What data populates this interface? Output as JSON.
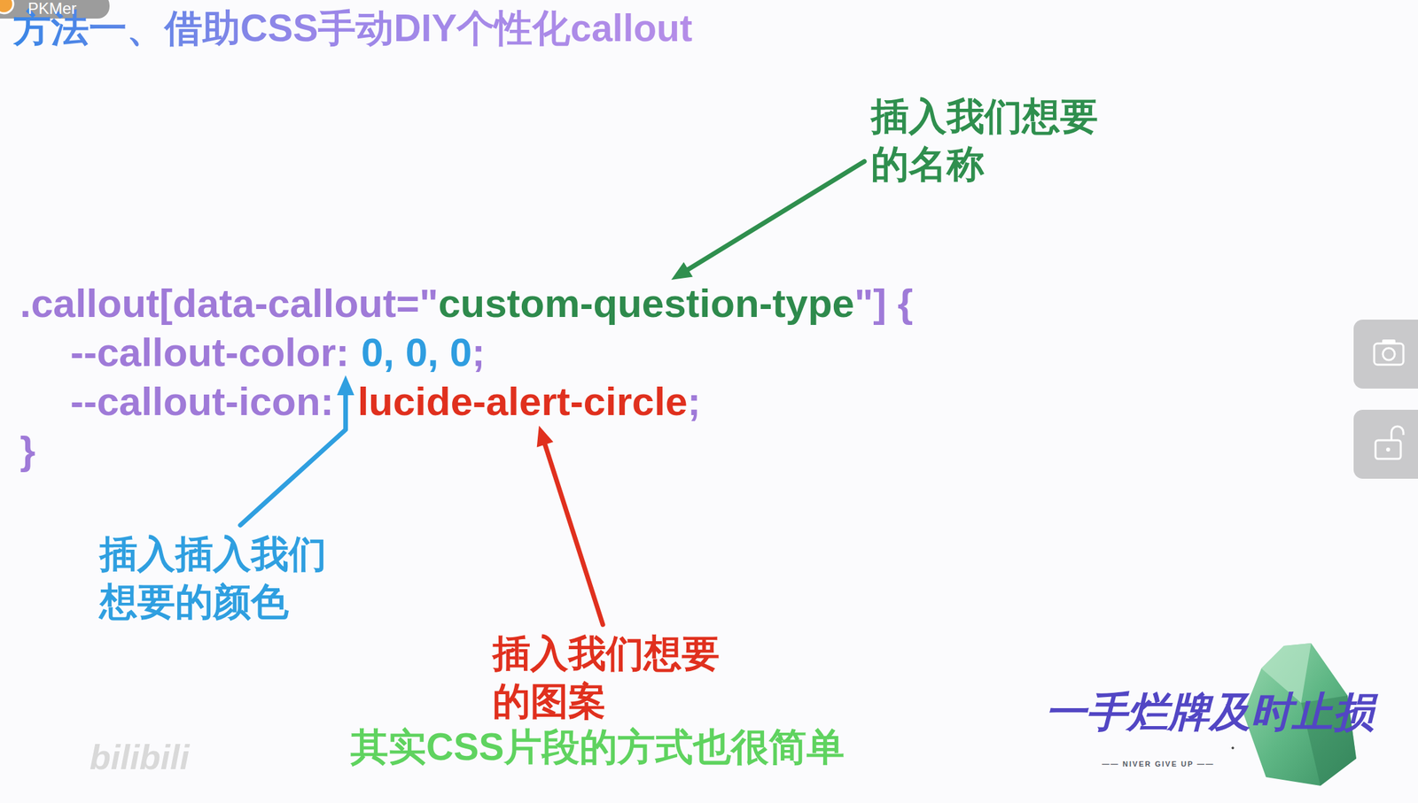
{
  "diagram": {
    "title": "方法一、借助CSS手动DIY个性化callout",
    "caption": "其实CSS片段的方式也很简单",
    "labels": [
      "PKMer",
      ".callout[data-callout=\"",
      "custom-question-type",
      "\"] {",
      "--callout-color:",
      "0, 0, 0",
      ";",
      "--callout-icon:",
      "lucide-alert-circle",
      ";",
      "}",
      "插入我们想要的名称",
      "插入插入我们想要的颜色",
      "插入我们想要的图案",
      "一手烂牌及时止损",
      "—— NIVER GIVE UP ——",
      "bilibili"
    ]
  }
}
